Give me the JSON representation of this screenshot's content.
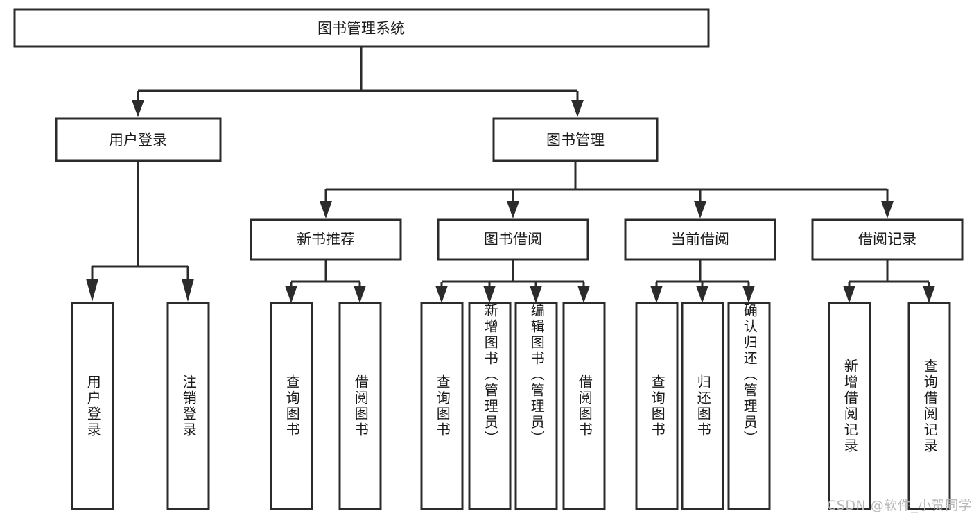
{
  "diagram": {
    "title": "图书管理系统",
    "type": "hierarchy-tree",
    "watermark": "CSDN @软件_小贺同学",
    "colors": {
      "box_stroke": "#2b2b2b",
      "box_fill": "#ffffff",
      "text": "#1a1a1a",
      "background": "#ffffff",
      "watermark": "#b8b8b8"
    },
    "root": {
      "label": "图书管理系统"
    },
    "level2": [
      {
        "label": "用户登录"
      },
      {
        "label": "图书管理"
      }
    ],
    "level3": [
      {
        "label": "新书推荐"
      },
      {
        "label": "图书借阅"
      },
      {
        "label": "当前借阅"
      },
      {
        "label": "借阅记录"
      }
    ],
    "leaves": {
      "user_login": [
        {
          "label": "用户登录"
        },
        {
          "label": "注销登录"
        }
      ],
      "new_book": [
        {
          "label": "查询图书"
        },
        {
          "label": "借阅图书"
        }
      ],
      "book_borrow": [
        {
          "label": "查询图书"
        },
        {
          "label": "新增图书（管理员）"
        },
        {
          "label": "编辑图书（管理员）"
        },
        {
          "label": "借阅图书"
        }
      ],
      "current_borrow": [
        {
          "label": "查询图书"
        },
        {
          "label": "归还图书"
        },
        {
          "label": "确认归还（管理员）"
        }
      ],
      "borrow_record": [
        {
          "label": "新增借阅记录"
        },
        {
          "label": "查询借阅记录"
        }
      ]
    }
  }
}
